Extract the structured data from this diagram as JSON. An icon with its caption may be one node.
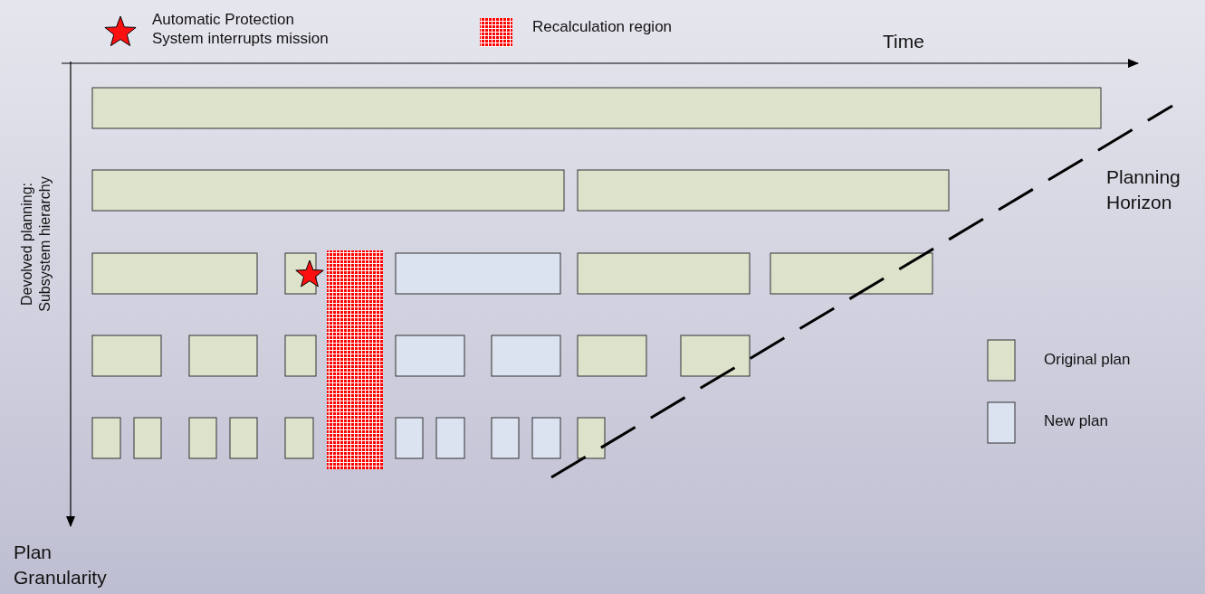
{
  "diagram": {
    "nodes": [
      {
        "text": [],
        "shape": "bar"
      },
      {
        "text": [],
        "shape": "bar"
      },
      {
        "text": [],
        "shape": "bar"
      },
      {
        "text": [],
        "shape": "bar"
      },
      {
        "text": [],
        "shape": "bar"
      },
      {
        "text": [],
        "shape": "bar"
      },
      {
        "text": [],
        "shape": "bar"
      },
      {
        "text": [],
        "shape": "bar"
      },
      {
        "text": [],
        "shape": "bar"
      },
      {
        "text": [],
        "shape": "bar"
      },
      {
        "text": [],
        "shape": "bar"
      },
      {
        "text": [],
        "shape": "bar"
      },
      {
        "text": [],
        "shape": "bar"
      },
      {
        "text": [],
        "shape": "bar"
      },
      {
        "text": [],
        "shape": "bar"
      },
      {
        "text": [],
        "shape": "bar"
      },
      {
        "text": [],
        "shape": "bar"
      },
      {
        "text": [],
        "shape": "bar"
      },
      {
        "text": [],
        "shape": "bar"
      },
      {
        "text": [],
        "shape": "bar"
      },
      {
        "text": [],
        "shape": "bar"
      },
      {
        "text": [],
        "shape": "bar"
      },
      {
        "text": [],
        "shape": "bar"
      },
      {
        "text": [],
        "shape": "bar"
      },
      {
        "text": [],
        "shape": "bar"
      },
      {
        "text": [],
        "shape": "bar"
      }
    ],
    "labels": [
      "Time",
      "Devolved planning: Subsystem hierarchy",
      "Planning Horizon",
      "Plan Granularity"
    ],
    "legend": [
      {
        "text": "Automatic Protection System interrupts mission"
      },
      {
        "text": "Recalculation region"
      },
      {
        "text": "Original plan",
        "color": "#dde2cb"
      },
      {
        "text": "New plan",
        "color": "#dbe2f0"
      }
    ]
  }
}
